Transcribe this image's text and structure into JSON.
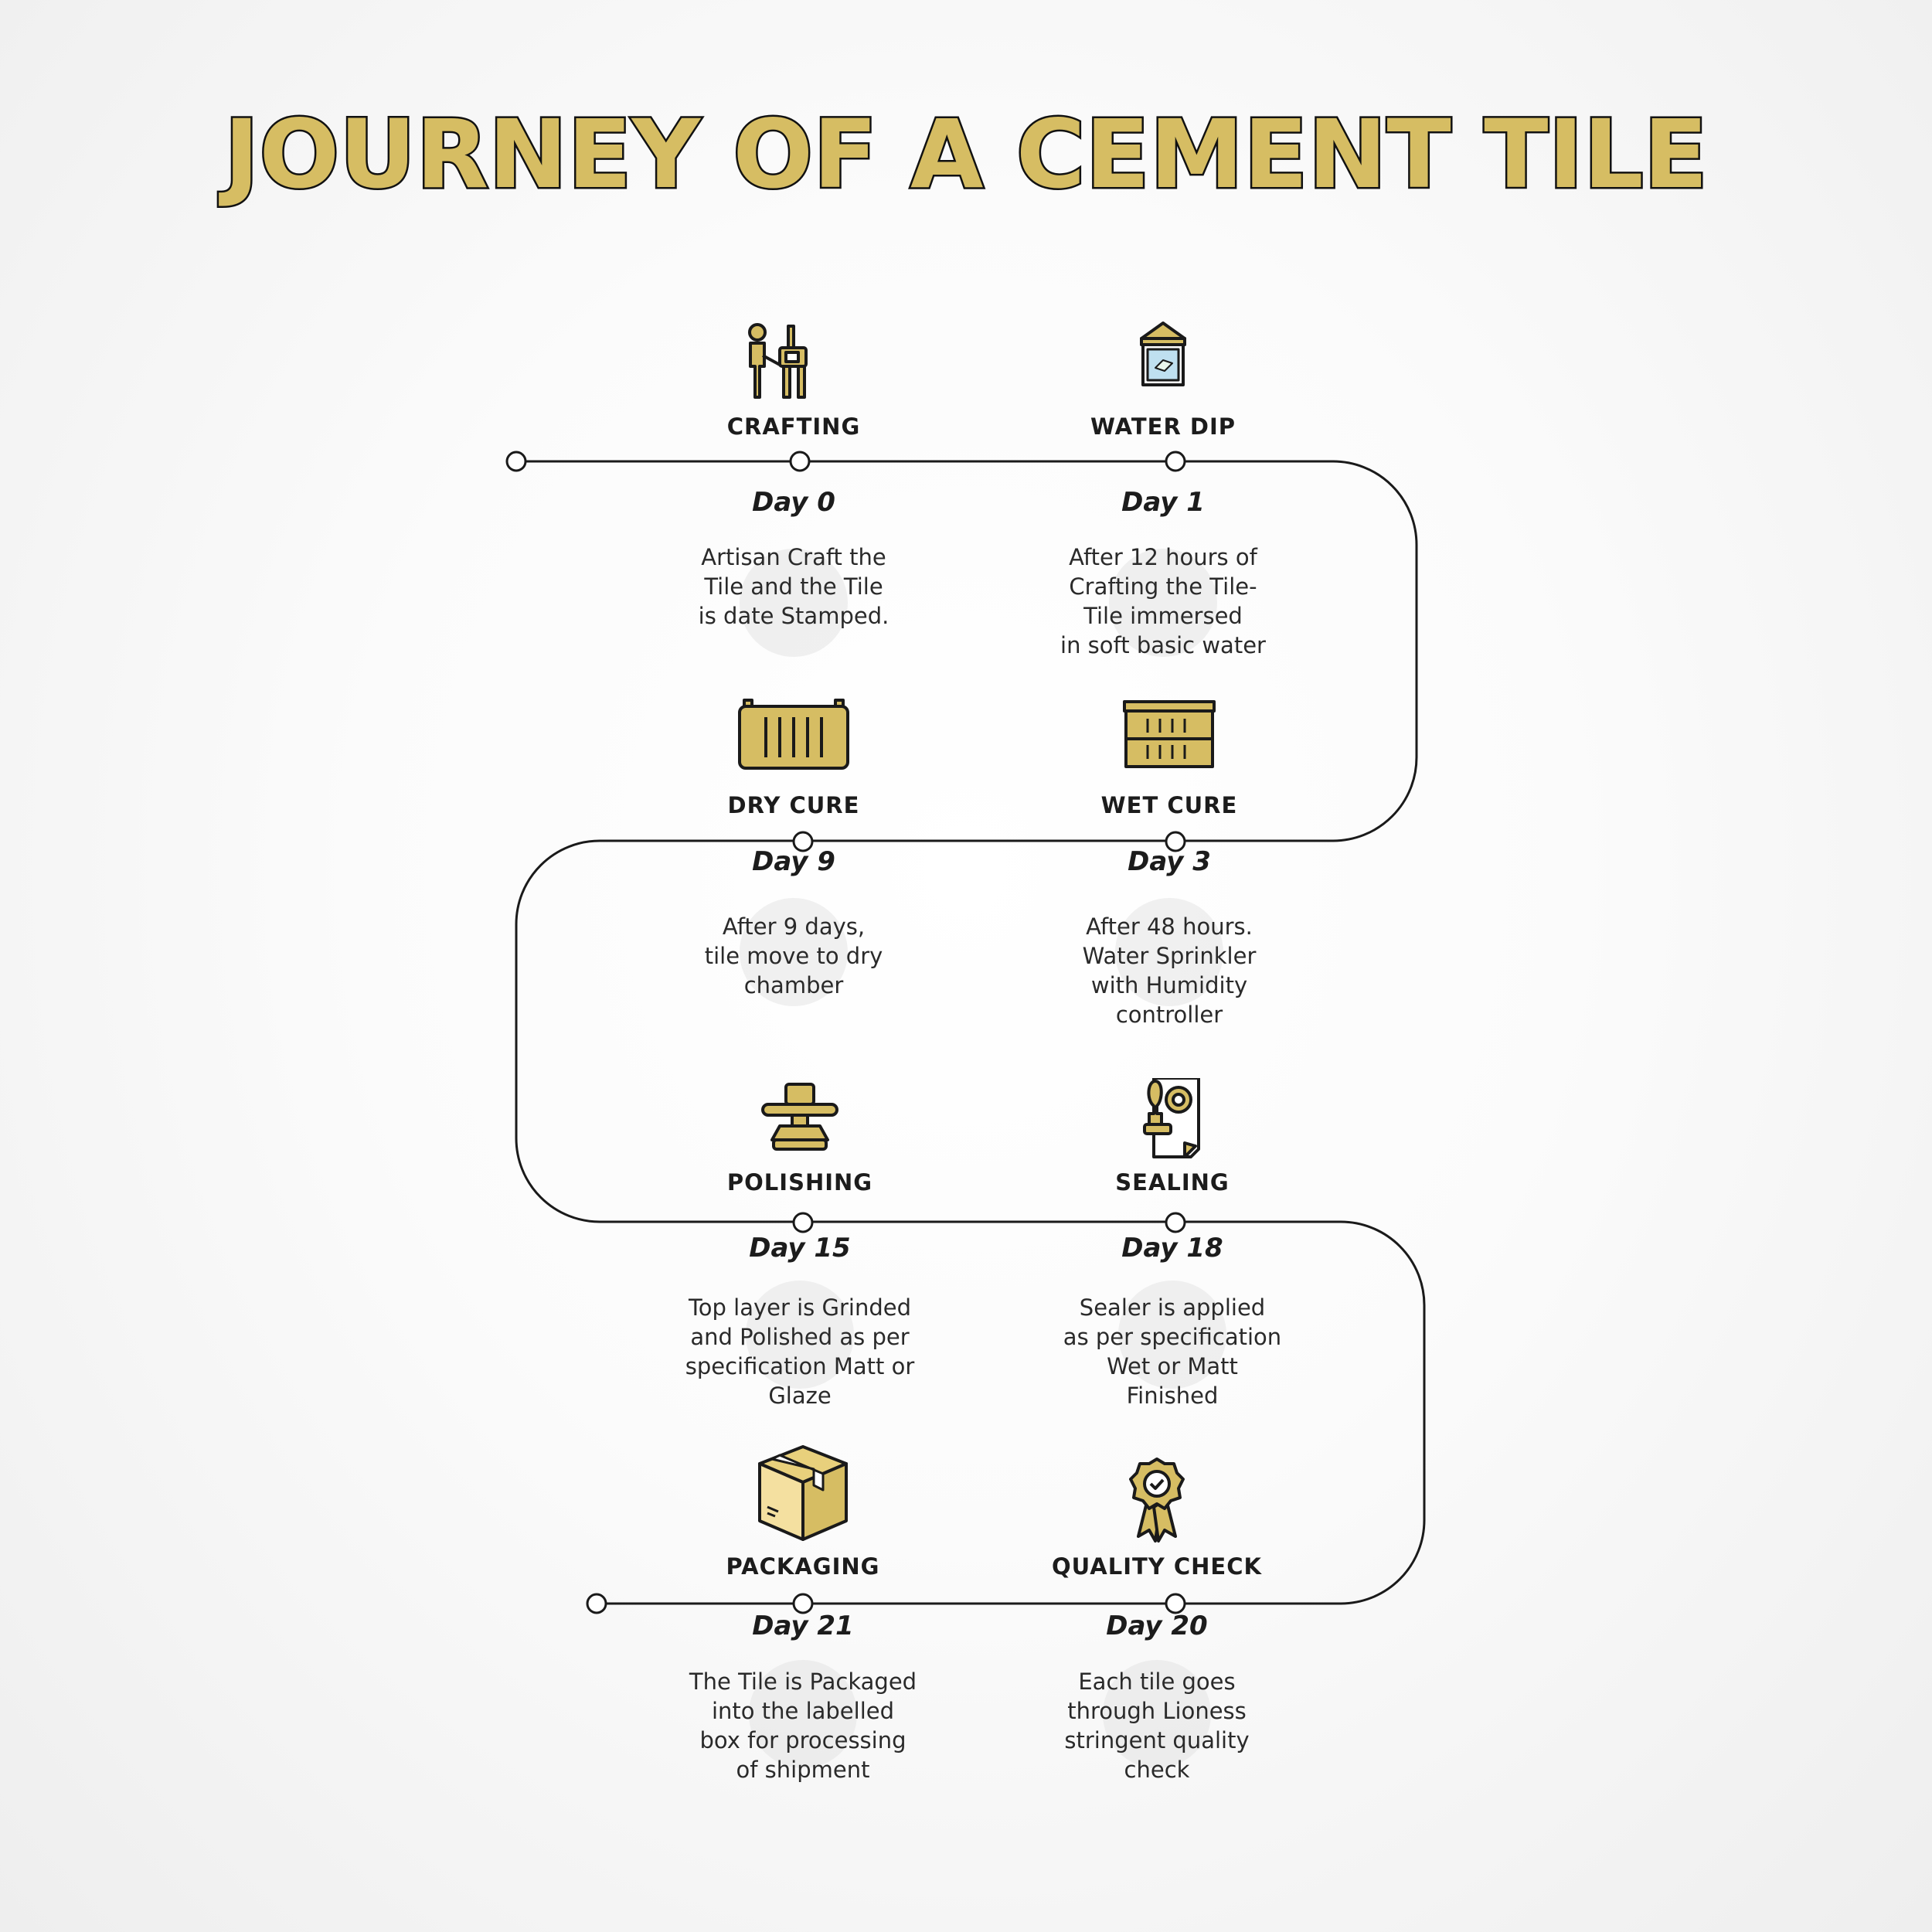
{
  "title": "JOURNEY OF A CEMENT TILE",
  "colors": {
    "gold": "#d6bd63",
    "outline": "#111111",
    "text": "#1c1c1c"
  },
  "steps": [
    {
      "id": "crafting",
      "name": "CRAFTING",
      "day": "Day 0",
      "icon": "artisan-workbench-icon",
      "description": "Artisan Craft the\nTile and the Tile\nis date Stamped."
    },
    {
      "id": "water-dip",
      "name": "WATER DIP",
      "day": "Day 1",
      "icon": "water-tank-icon",
      "description": "After 12 hours of\nCrafting the Tile-\nTile immersed\nin soft basic water"
    },
    {
      "id": "wet-cure",
      "name": "WET CURE",
      "day": "Day 3",
      "icon": "sprinkler-chamber-icon",
      "description": "After 48 hours.\nWater Sprinkler\nwith Humidity\ncontroller"
    },
    {
      "id": "dry-cure",
      "name": "DRY CURE",
      "day": "Day 9",
      "icon": "dry-chamber-icon",
      "description": "After 9 days,\ntile move to dry\nchamber"
    },
    {
      "id": "polishing",
      "name": "POLISHING",
      "day": "Day 15",
      "icon": "polishing-machine-icon",
      "description": "Top layer is Grinded\nand Polished as per\nspecification Matt or\nGlaze"
    },
    {
      "id": "sealing",
      "name": "SEALING",
      "day": "Day 18",
      "icon": "sealing-stamp-icon",
      "description": "Sealer is applied\nas per specification\nWet or Matt\nFinished"
    },
    {
      "id": "quality-check",
      "name": "QUALITY CHECK",
      "day": "Day 20",
      "icon": "quality-badge-icon",
      "description": "Each tile goes\nthrough Lioness\nstringent quality\ncheck"
    },
    {
      "id": "packaging",
      "name": "PACKAGING",
      "day": "Day 21",
      "icon": "package-box-icon",
      "description": "The Tile is Packaged\ninto the labelled\nbox for processing\nof shipment"
    }
  ]
}
